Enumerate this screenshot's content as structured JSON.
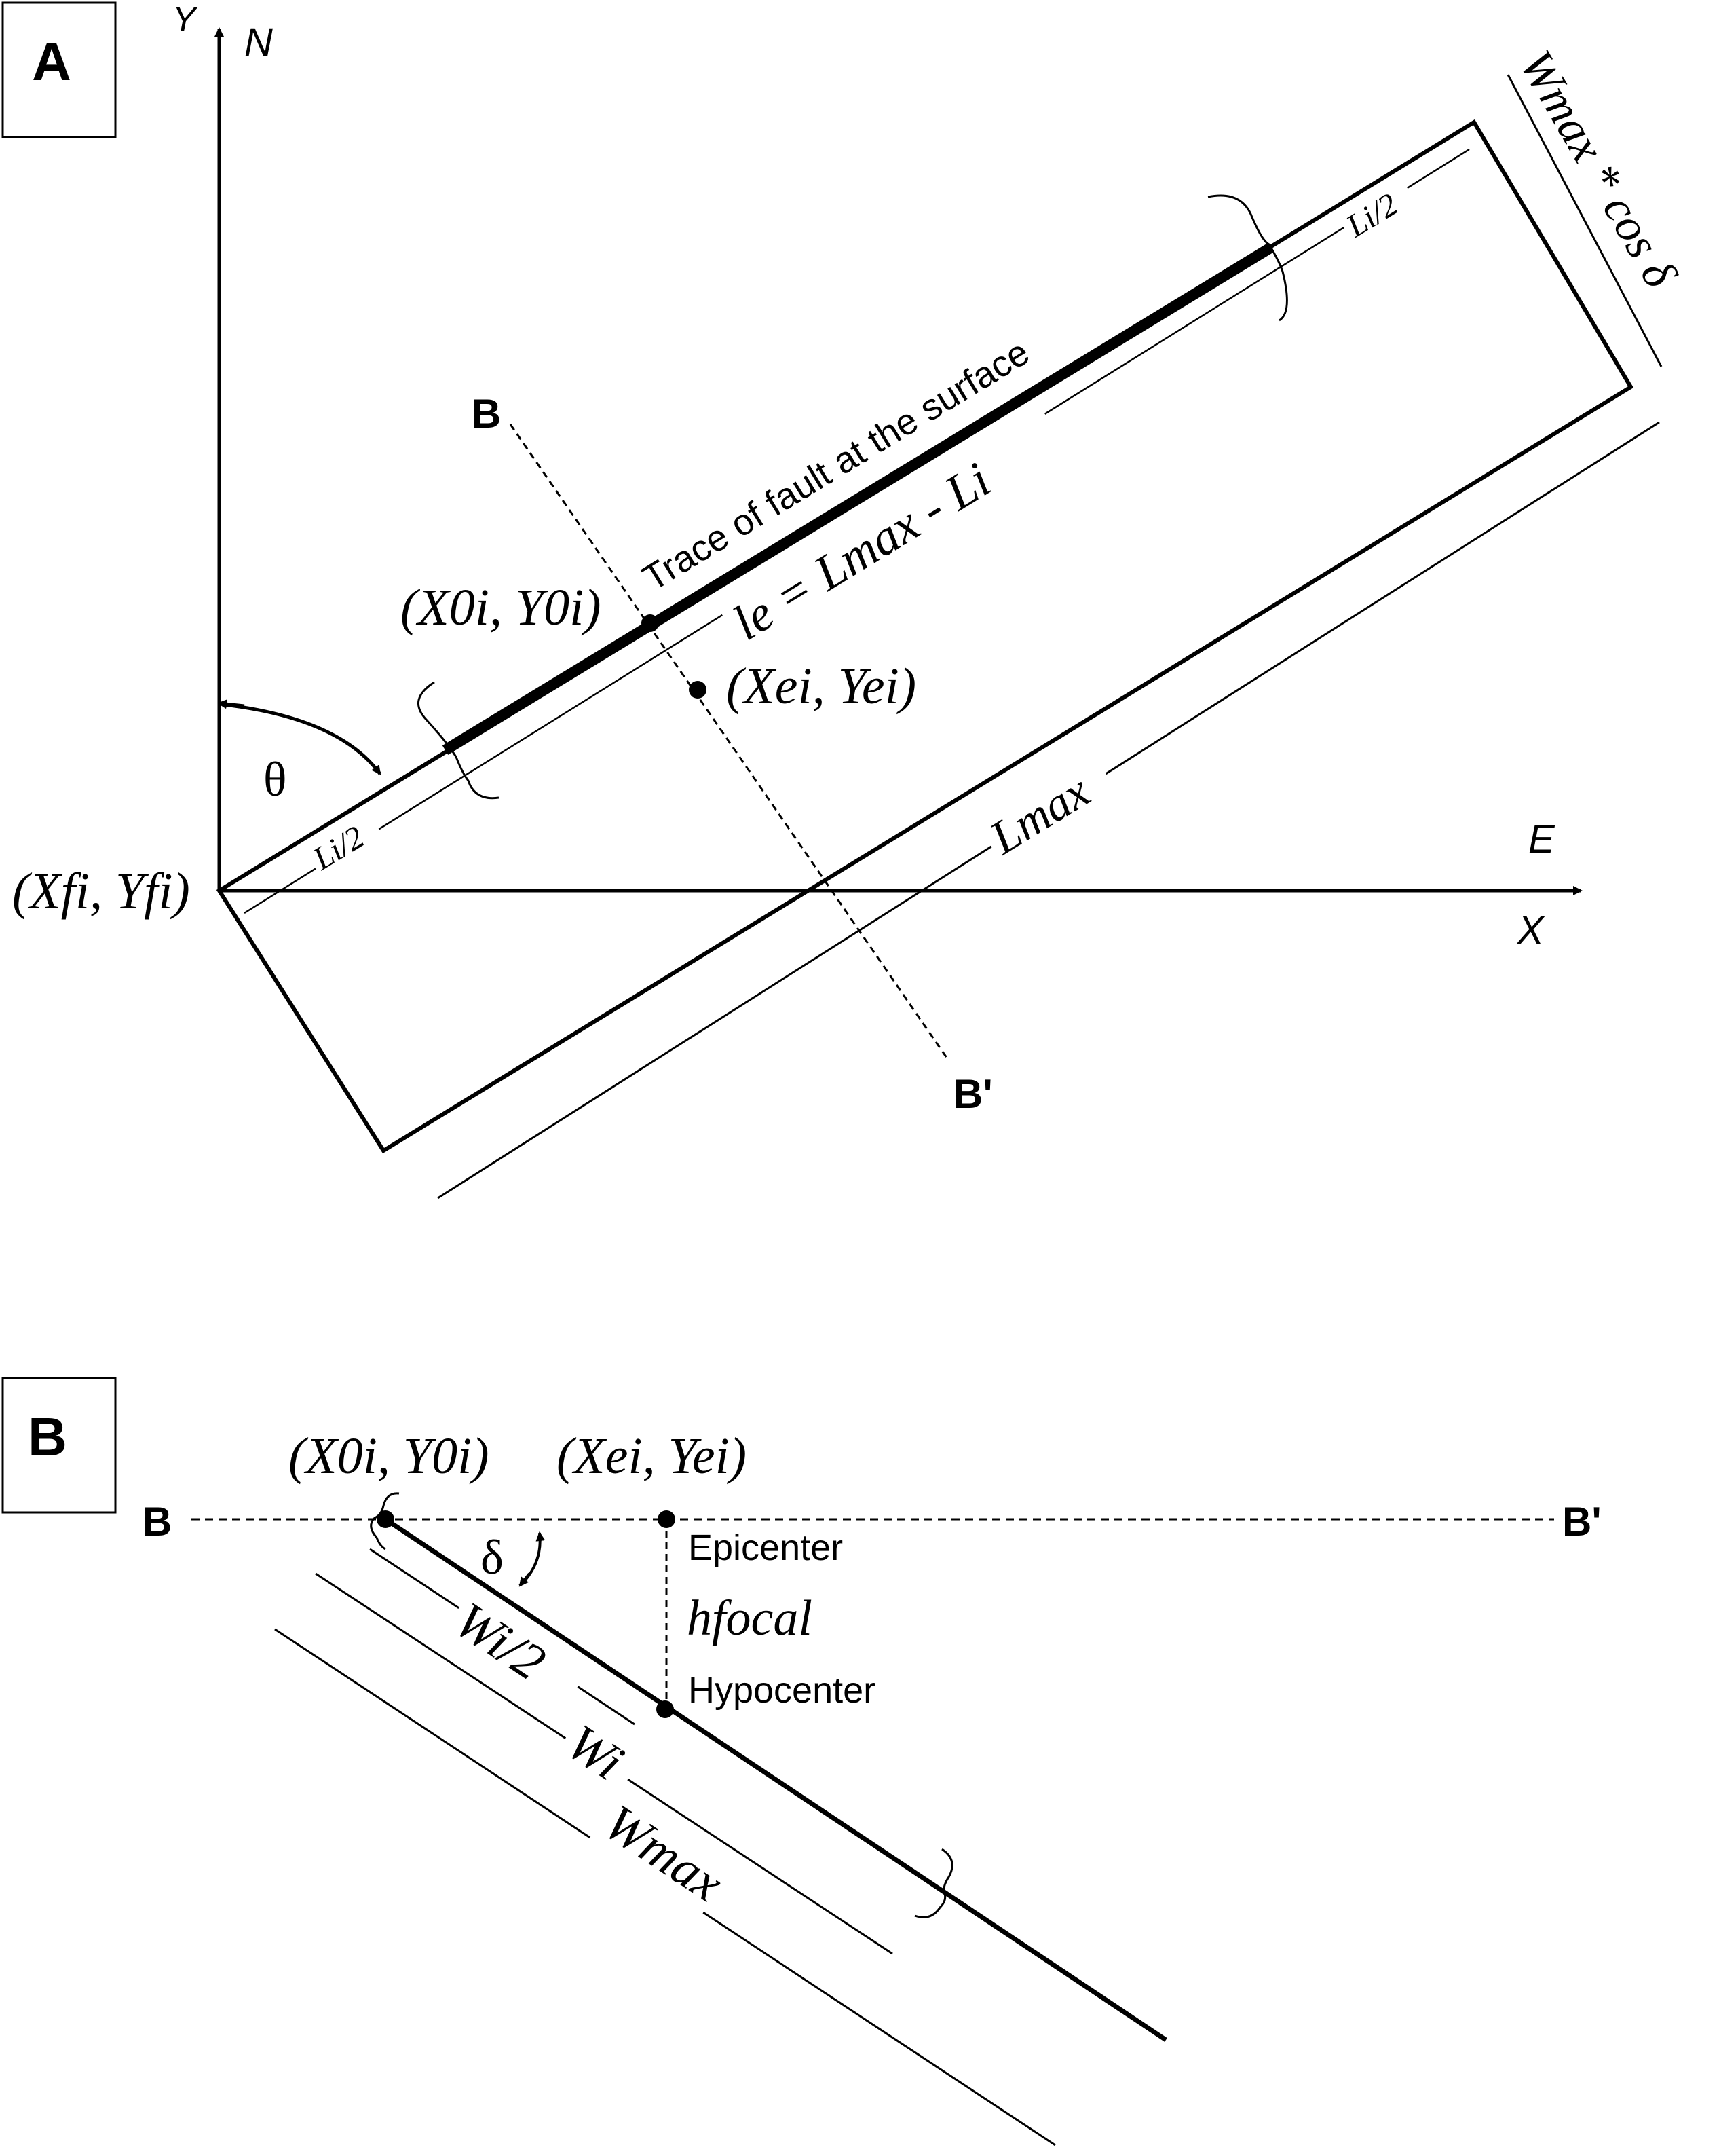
{
  "panel_a": {
    "badge": "A",
    "axis_y": "Y",
    "axis_n": "N",
    "axis_e": "E",
    "axis_x": "X",
    "origin_label": "(Xfi, Yfi)",
    "theta": "θ",
    "half_length_left": "Li/2",
    "half_length_right": "Li/2",
    "point_0_label": "(X0i, Y0i)",
    "point_e_label": "(Xei, Yei)",
    "trace_label": "Trace of fault at the surface",
    "le_label": "le = Lmax - Li",
    "lmax_label": "Lmax",
    "wmax_label": "Wmax * cos δ",
    "section_b": "B",
    "section_b_prime": "B'"
  },
  "panel_b": {
    "badge": "B",
    "section_b": "B",
    "section_b_prime": "B'",
    "point_0_label": "(X0i, Y0i)",
    "point_e_label": "(Xei, Yei)",
    "delta": "δ",
    "epicenter": "Epicenter",
    "hfocal": "hfocal",
    "hypocenter": "Hypocenter",
    "wi_half": "Wi/2",
    "wi": "Wi",
    "wmax": "Wmax"
  }
}
